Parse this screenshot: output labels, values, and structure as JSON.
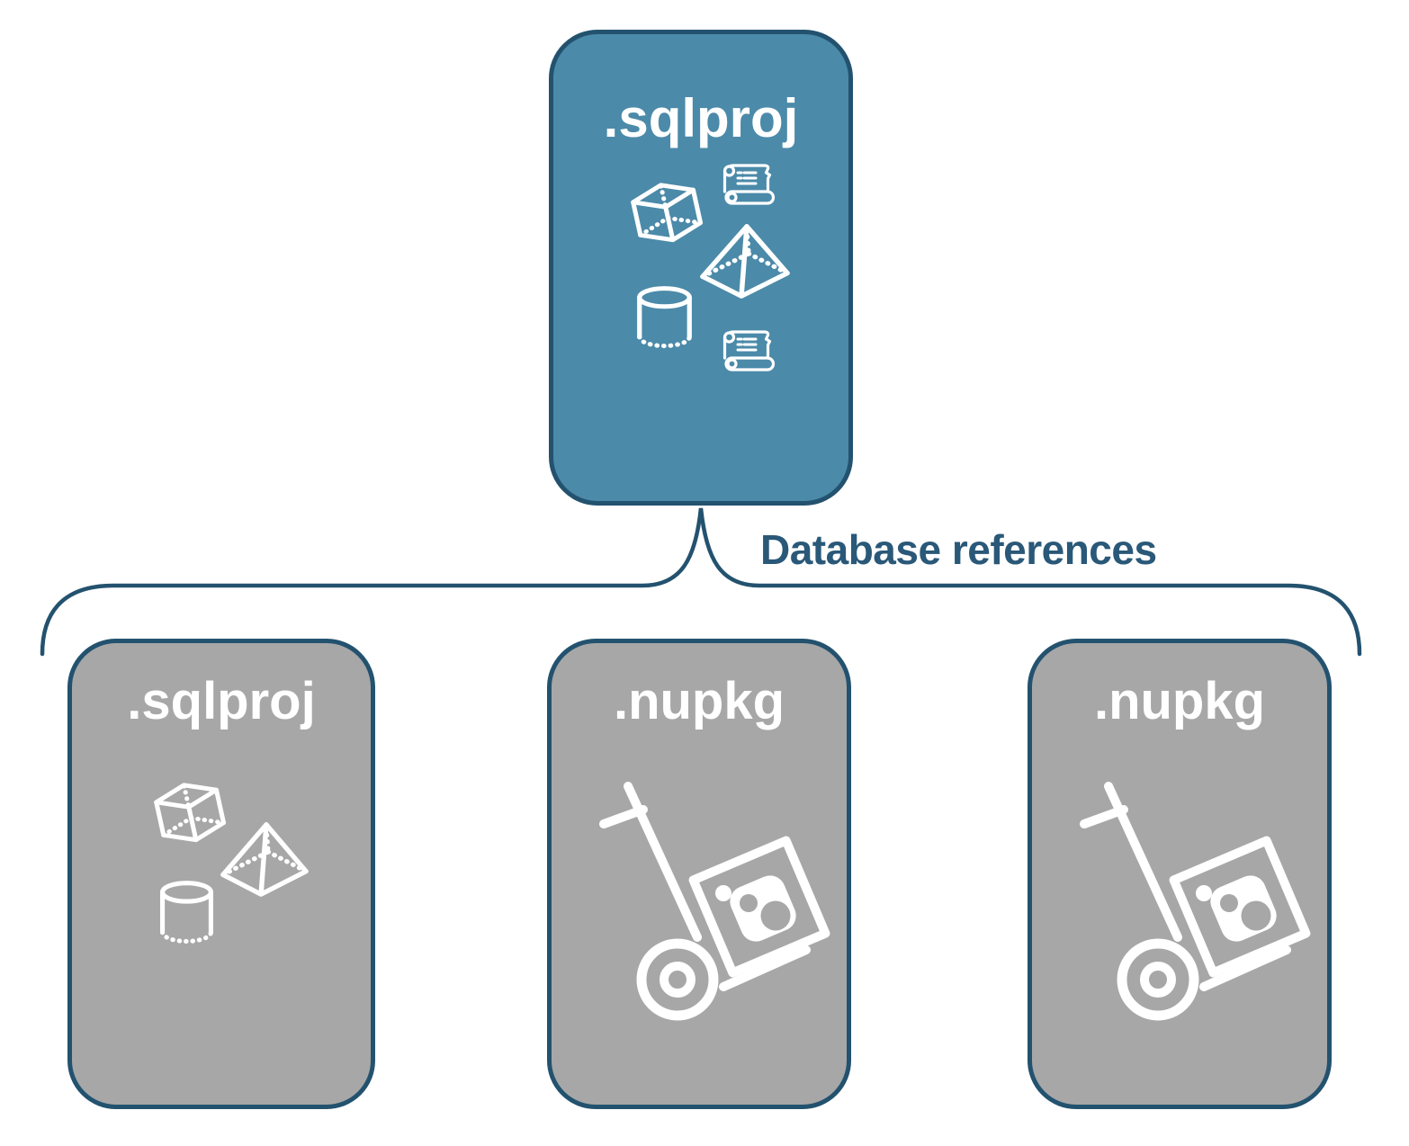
{
  "diagram": {
    "root_node": {
      "label": ".sqlproj",
      "icons": [
        "cube-icon",
        "sql-script-icon",
        "pyramid-icon",
        "cylinder-icon",
        "sql-script-icon"
      ]
    },
    "connector": {
      "label": "Database references",
      "shape": "curly-brace"
    },
    "child_nodes": [
      {
        "label": ".sqlproj",
        "icons": [
          "cube-icon",
          "pyramid-icon",
          "cylinder-icon"
        ]
      },
      {
        "label": ".nupkg",
        "icons": [
          "nuget-handtruck-icon"
        ]
      },
      {
        "label": ".nupkg",
        "icons": [
          "nuget-handtruck-icon"
        ]
      }
    ],
    "colors": {
      "root_fill": "#4b8aa9",
      "child_fill": "#a7a7a7",
      "node_border": "#23526f",
      "brace_stroke": "#23526f",
      "label_text": "#2a5878",
      "icon_stroke": "#ffffff",
      "background": "#ffffff"
    }
  }
}
